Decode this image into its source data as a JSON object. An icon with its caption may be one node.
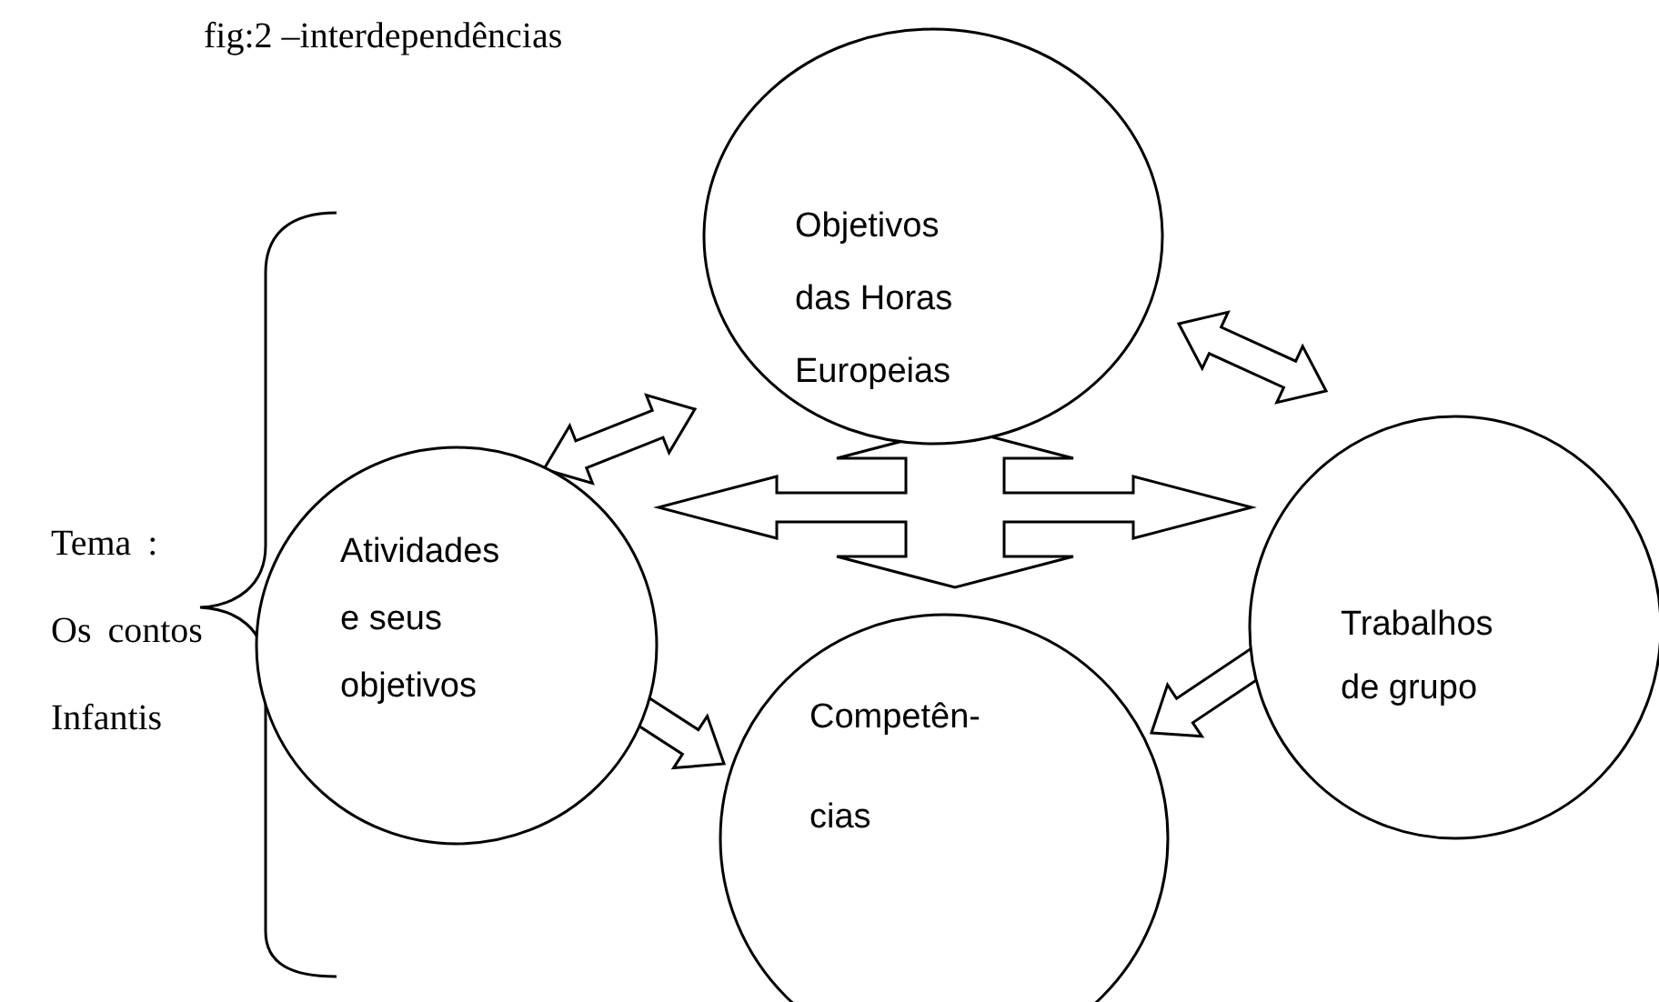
{
  "diagram": {
    "title": "fig:2 –interdependências",
    "nodes": [
      {
        "text": [
          "Objetivos das Horas Europeias"
        ]
      },
      {
        "text": [
          "Atividades e seus objetivos"
        ]
      },
      {
        "text": [
          "Trabalhos de grupo"
        ]
      },
      {
        "text": [
          "Competên- cias"
        ]
      }
    ],
    "edges": [
      {
        "from": 1,
        "to": 2,
        "arrow": "both"
      },
      {
        "from": 0,
        "to": 3,
        "arrow": "both"
      },
      {
        "from": 1,
        "to": 0,
        "arrow": "both"
      },
      {
        "from": 0,
        "to": 2,
        "arrow": "both"
      },
      {
        "from": 1,
        "to": 3,
        "arrow": "both"
      },
      {
        "from": 3,
        "to": 2,
        "arrow": "both"
      }
    ],
    "labels": [
      "Tema : Os contos Infantis"
    ]
  }
}
